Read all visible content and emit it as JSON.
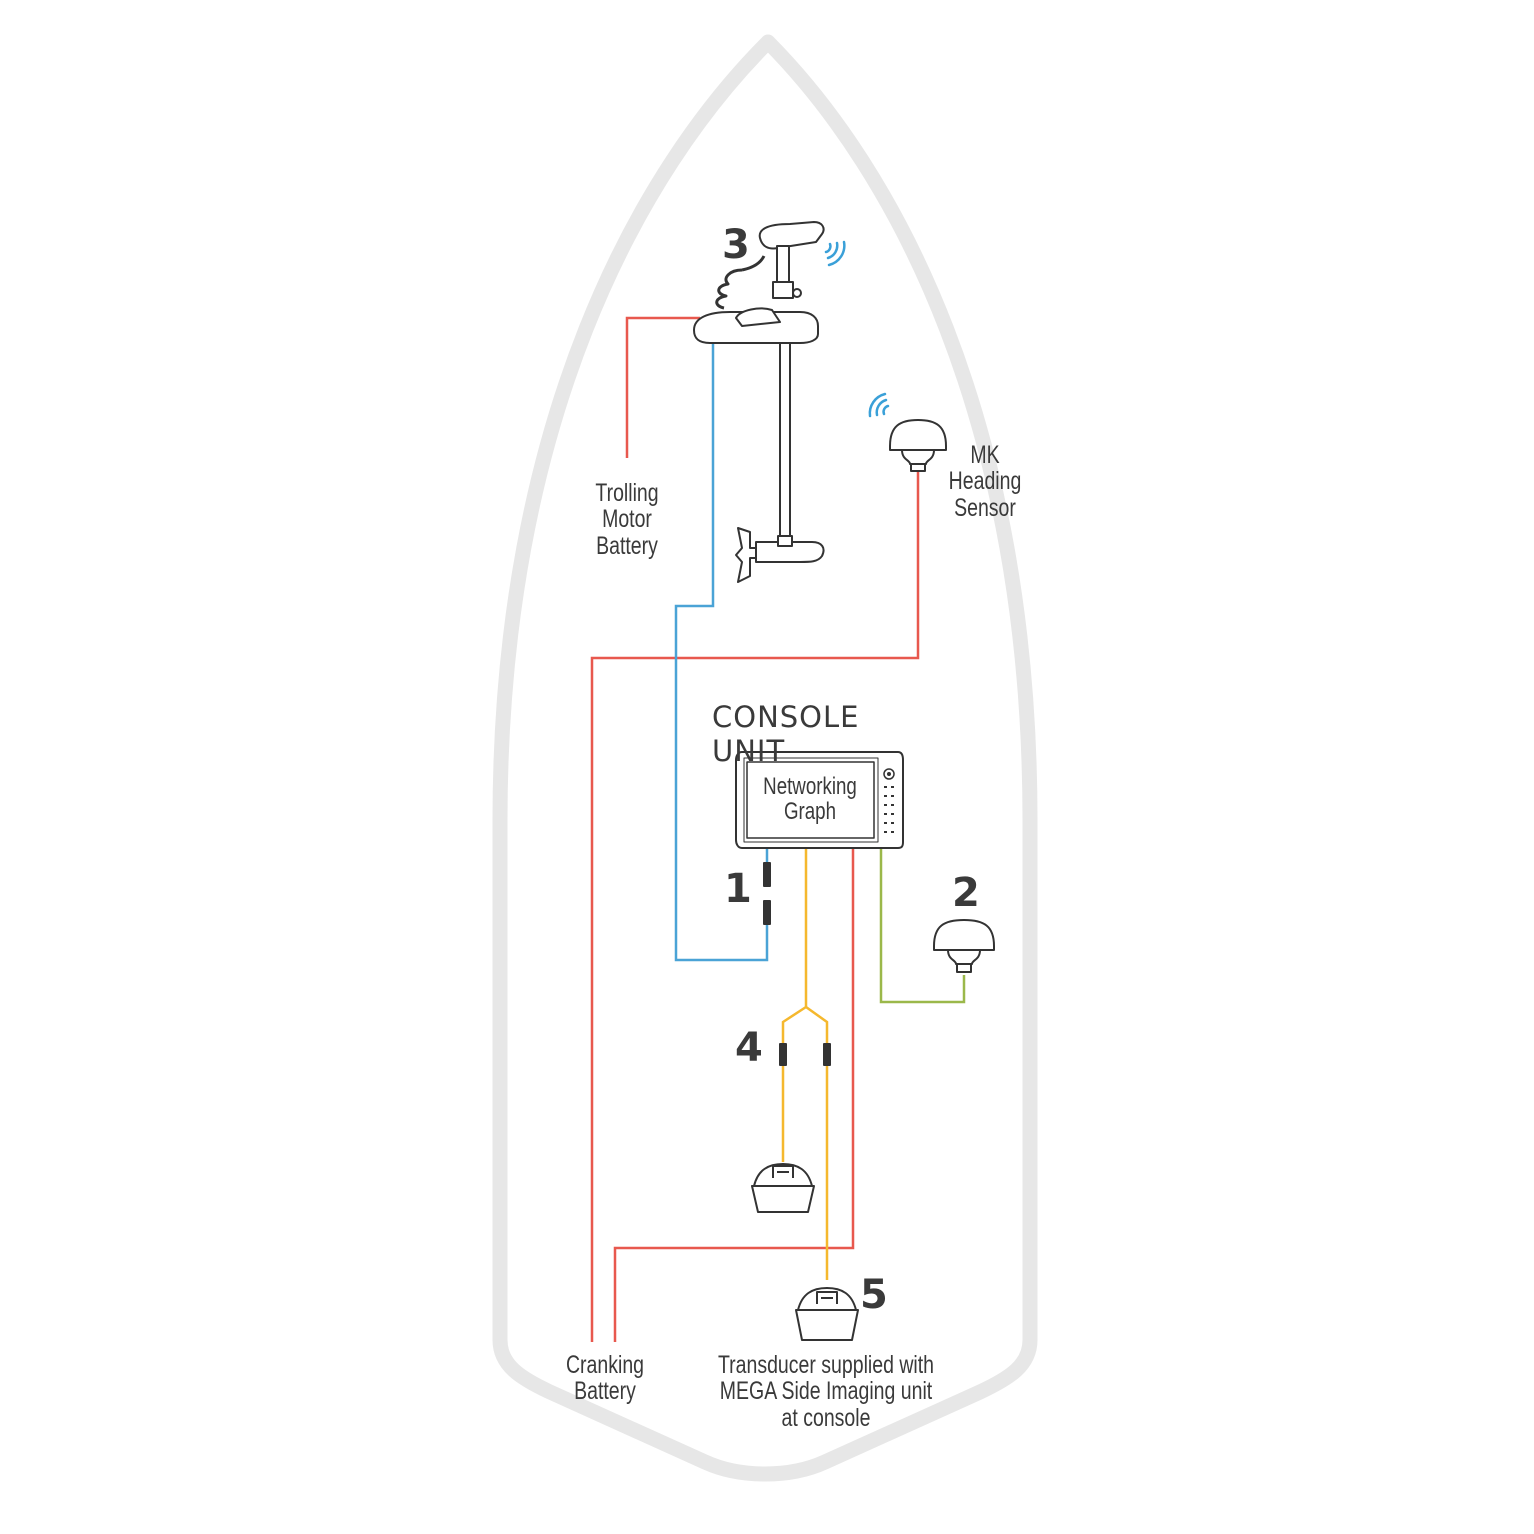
{
  "heading": "CONSOLE UNIT",
  "screen_lines": [
    "Networking",
    "Graph"
  ],
  "labels": {
    "trolling_motor_battery": [
      "Trolling",
      "Motor",
      "Battery"
    ],
    "mk_heading_sensor": [
      "MK",
      "Heading",
      "Sensor"
    ],
    "cranking_battery": [
      "Cranking",
      "Battery"
    ],
    "transducer": [
      "Transducer supplied with",
      "MEGA Side Imaging unit",
      "at console"
    ]
  },
  "callouts": {
    "n1": "1",
    "n2": "2",
    "n3": "3",
    "n4": "4",
    "n5": "5"
  },
  "colors": {
    "hull": "#e7e7e7",
    "power_wire": "#e8584e",
    "network_wire": "#4aa3d6",
    "transducer_wire": "#f5b82e",
    "gps_wire": "#9bb84a",
    "wireless_signal": "#3aa0d8",
    "outline": "#333333",
    "text": "#3a3a3a"
  },
  "icons": [
    "wireless-signal-icon",
    "trolling-motor-icon",
    "heading-sensor-icon",
    "gps-receiver-icon",
    "transducer-icon"
  ]
}
